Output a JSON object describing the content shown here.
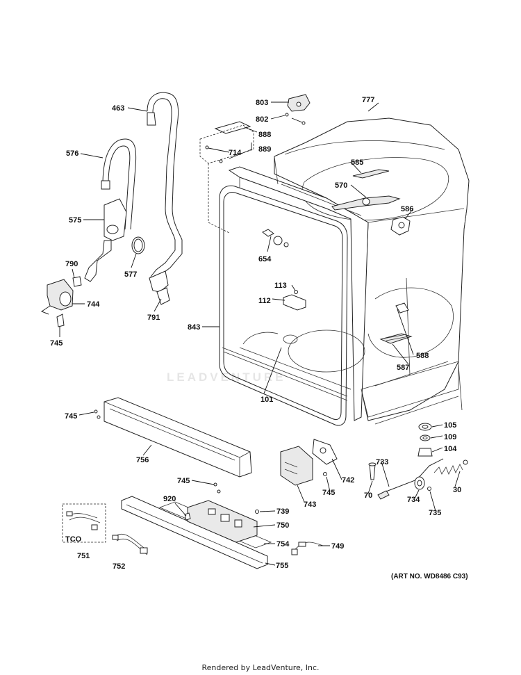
{
  "diagram": {
    "callouts": [
      {
        "id": "c463",
        "text": "463"
      },
      {
        "id": "c576",
        "text": "576"
      },
      {
        "id": "c575",
        "text": "575"
      },
      {
        "id": "c577",
        "text": "577"
      },
      {
        "id": "c790",
        "text": "790"
      },
      {
        "id": "c744",
        "text": "744"
      },
      {
        "id": "c745a",
        "text": "745"
      },
      {
        "id": "c791",
        "text": "791"
      },
      {
        "id": "c803",
        "text": "803"
      },
      {
        "id": "c802",
        "text": "802"
      },
      {
        "id": "c888",
        "text": "888"
      },
      {
        "id": "c714",
        "text": "714"
      },
      {
        "id": "c889",
        "text": "889"
      },
      {
        "id": "c777",
        "text": "777"
      },
      {
        "id": "c585",
        "text": "585"
      },
      {
        "id": "c570",
        "text": "570"
      },
      {
        "id": "c586",
        "text": "586"
      },
      {
        "id": "c654",
        "text": "654"
      },
      {
        "id": "c113",
        "text": "113"
      },
      {
        "id": "c112",
        "text": "112"
      },
      {
        "id": "c843",
        "text": "843"
      },
      {
        "id": "c588",
        "text": "588"
      },
      {
        "id": "c587",
        "text": "587"
      },
      {
        "id": "c101",
        "text": "101"
      },
      {
        "id": "c745b",
        "text": "745"
      },
      {
        "id": "c756",
        "text": "756"
      },
      {
        "id": "c105",
        "text": "105"
      },
      {
        "id": "c109",
        "text": "109"
      },
      {
        "id": "c104",
        "text": "104"
      },
      {
        "id": "c733",
        "text": "733"
      },
      {
        "id": "c742",
        "text": "742"
      },
      {
        "id": "c745c",
        "text": "745"
      },
      {
        "id": "c743",
        "text": "743"
      },
      {
        "id": "c70",
        "text": "70"
      },
      {
        "id": "c734",
        "text": "734"
      },
      {
        "id": "c30",
        "text": "30"
      },
      {
        "id": "c735",
        "text": "735"
      },
      {
        "id": "c745d",
        "text": "745"
      },
      {
        "id": "c920",
        "text": "920"
      },
      {
        "id": "c739",
        "text": "739"
      },
      {
        "id": "c750",
        "text": "750"
      },
      {
        "id": "c754",
        "text": "754"
      },
      {
        "id": "c749",
        "text": "749"
      },
      {
        "id": "c755",
        "text": "755"
      },
      {
        "id": "cTCO",
        "text": "TCO"
      },
      {
        "id": "c751",
        "text": "751"
      },
      {
        "id": "c752",
        "text": "752"
      }
    ]
  },
  "art_number": "(ART NO. WD8486 C93)",
  "watermark": "LEADVENTURE",
  "footer": "Rendered by LeadVenture, Inc."
}
